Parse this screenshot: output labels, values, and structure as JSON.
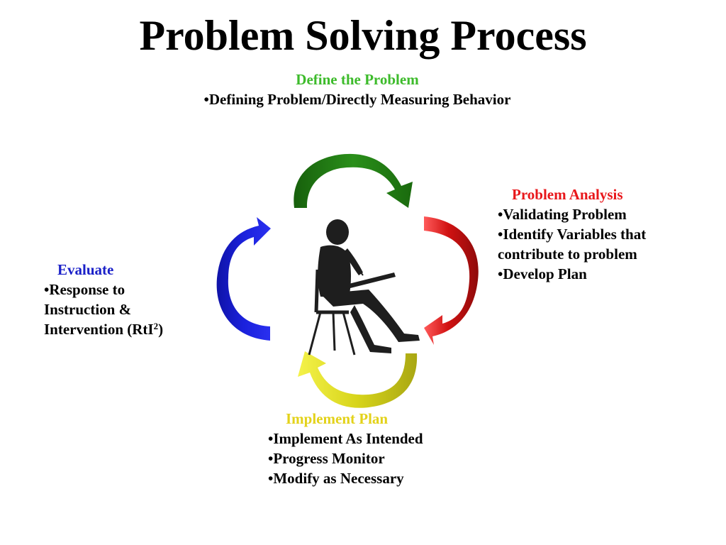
{
  "title": "Problem Solving Process",
  "stages": {
    "define": {
      "heading": "Define the Problem",
      "items": [
        "Defining Problem/Directly Measuring Behavior"
      ]
    },
    "analysis": {
      "heading": "Problem Analysis",
      "items": [
        "Validating Problem",
        "Identify Variables that contribute to problem",
        "Develop Plan"
      ],
      "item_lines": {
        "line1": "Identify Variables that",
        "line2": "contribute to problem"
      }
    },
    "implement": {
      "heading": "Implement Plan",
      "items": [
        "Implement As Intended",
        "Progress Monitor",
        "Modify as Necessary"
      ]
    },
    "evaluate": {
      "heading": "Evaluate",
      "items": [
        "Response to Instruction & Intervention (RtI2)"
      ],
      "item_lines": {
        "line1": "Response to",
        "line2": "Instruction &",
        "line3": "Intervention (RtI",
        "sup": "2",
        "close": ")"
      }
    }
  },
  "colors": {
    "define": "#3dbb2b",
    "analysis": "#e8171b",
    "implement": "#e3d21a",
    "evaluate": "#1a20c8",
    "arrow_green": "#1f7a12",
    "arrow_red": "#c81010",
    "arrow_yellow": "#cfd21a",
    "arrow_blue": "#1418c8"
  },
  "icons": {
    "center_figure": "person-writing-at-desk-icon",
    "cycle_arrows": [
      "green-curved-arrow-icon",
      "red-curved-arrow-icon",
      "yellow-curved-arrow-icon",
      "blue-curved-arrow-icon"
    ]
  }
}
